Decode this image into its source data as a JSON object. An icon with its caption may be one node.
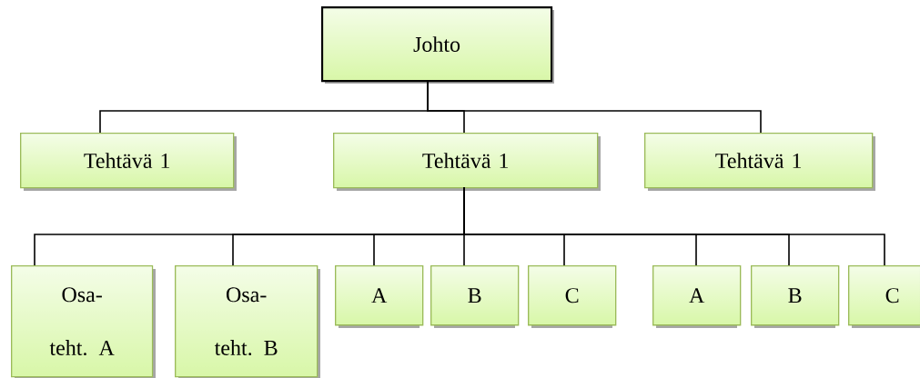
{
  "diagram": {
    "nodes": [
      {
        "text": [
          "Johto"
        ]
      },
      {
        "text": [
          "Tehtävä 1"
        ]
      },
      {
        "text": [
          "Tehtävä 1"
        ]
      },
      {
        "text": [
          "Tehtävä 1"
        ]
      },
      {
        "text": [
          "Osa- teht. A"
        ]
      },
      {
        "text": [
          "Osa- teht. B"
        ]
      },
      {
        "text": [
          "A"
        ]
      },
      {
        "text": [
          "B"
        ]
      },
      {
        "text": [
          "C"
        ]
      },
      {
        "text": [
          "A"
        ]
      },
      {
        "text": [
          "B"
        ]
      },
      {
        "text": [
          "C"
        ]
      }
    ],
    "edges": [
      {
        "from": 0,
        "to": 1,
        "arrow": "none"
      },
      {
        "from": 0,
        "to": 2,
        "arrow": "none"
      },
      {
        "from": 0,
        "to": 3,
        "arrow": "none"
      },
      {
        "from": 2,
        "to": 4,
        "arrow": "none"
      },
      {
        "from": 2,
        "to": 5,
        "arrow": "none"
      },
      {
        "from": 2,
        "to": 6,
        "arrow": "none"
      },
      {
        "from": 2,
        "to": 7,
        "arrow": "none"
      },
      {
        "from": 2,
        "to": 8,
        "arrow": "none"
      },
      {
        "from": 2,
        "to": 9,
        "arrow": "none"
      },
      {
        "from": 2,
        "to": 10,
        "arrow": "none"
      },
      {
        "from": 2,
        "to": 11,
        "arrow": "none"
      }
    ]
  }
}
